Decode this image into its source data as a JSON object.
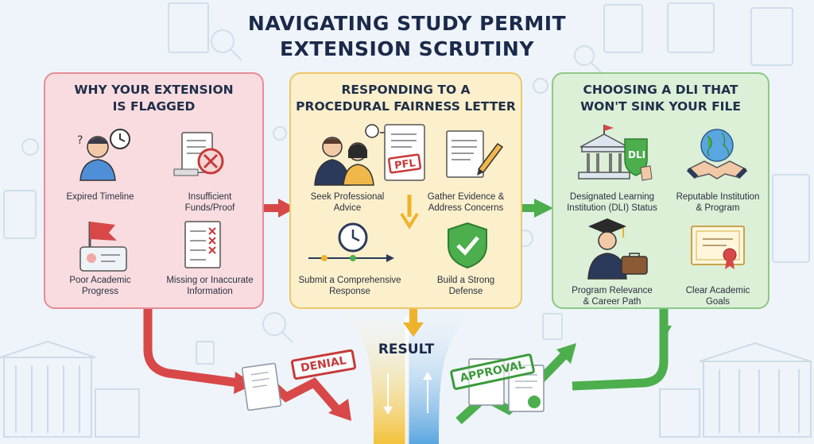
{
  "title": {
    "line1": "NAVIGATING STUDY PERMIT",
    "line2": "EXTENSION SCRUTINY"
  },
  "panels": [
    {
      "title_line1": "WHY YOUR EXTENSION",
      "title_line2": "IS FLAGGED",
      "items": [
        {
          "line1": "Expired Timeline",
          "line2": "",
          "icon": "person-clock-icon"
        },
        {
          "line1": "Insufficient",
          "line2": "Funds/Proof",
          "icon": "document-denied-icon"
        },
        {
          "line1": "Poor Academic",
          "line2": "Progress",
          "icon": "flag-id-card-icon"
        },
        {
          "line1": "Missing or Inaccurate",
          "line2": "Information",
          "icon": "checklist-errors-icon"
        }
      ]
    },
    {
      "title_line1": "RESPONDING TO A",
      "title_line2": "PROCEDURAL FAIRNESS LETTER",
      "items": [
        {
          "line1": "Seek Professional",
          "line2": "Advice",
          "icon": "advisors-icon"
        },
        {
          "line1": "Gather Evidence &",
          "line2": "Address Concerns",
          "icon": "documents-pencil-icon"
        },
        {
          "line1": "Submit a Comprehensive",
          "line2": "Response",
          "icon": "timeline-clock-icon"
        },
        {
          "line1": "Build a Strong",
          "line2": "Defense",
          "icon": "shield-check-icon"
        }
      ],
      "pfl_label": "PFL"
    },
    {
      "title_line1": "CHOOSING A DLI THAT",
      "title_line2": "WON'T SINK YOUR FILE",
      "items": [
        {
          "line1": "Designated Learning",
          "line2": "Institution (DLI) Status",
          "icon": "institution-badge-icon"
        },
        {
          "line1": "Reputable Institution",
          "line2": "& Program",
          "icon": "globe-handshake-icon"
        },
        {
          "line1": "Program Relevance",
          "line2": "& Career Path",
          "icon": "graduate-briefcase-icon"
        },
        {
          "line1": "Clear Academic",
          "line2": "Goals",
          "icon": "certificate-icon"
        }
      ],
      "dli_label": "DLI"
    }
  ],
  "result_label": "RESULT",
  "denial_label": "DENIAL",
  "approval_label": "APPROVAL",
  "colors": {
    "red": "#d84848",
    "orange": "#eeb32a",
    "green": "#4cae4c",
    "title": "#1b2a4a"
  }
}
